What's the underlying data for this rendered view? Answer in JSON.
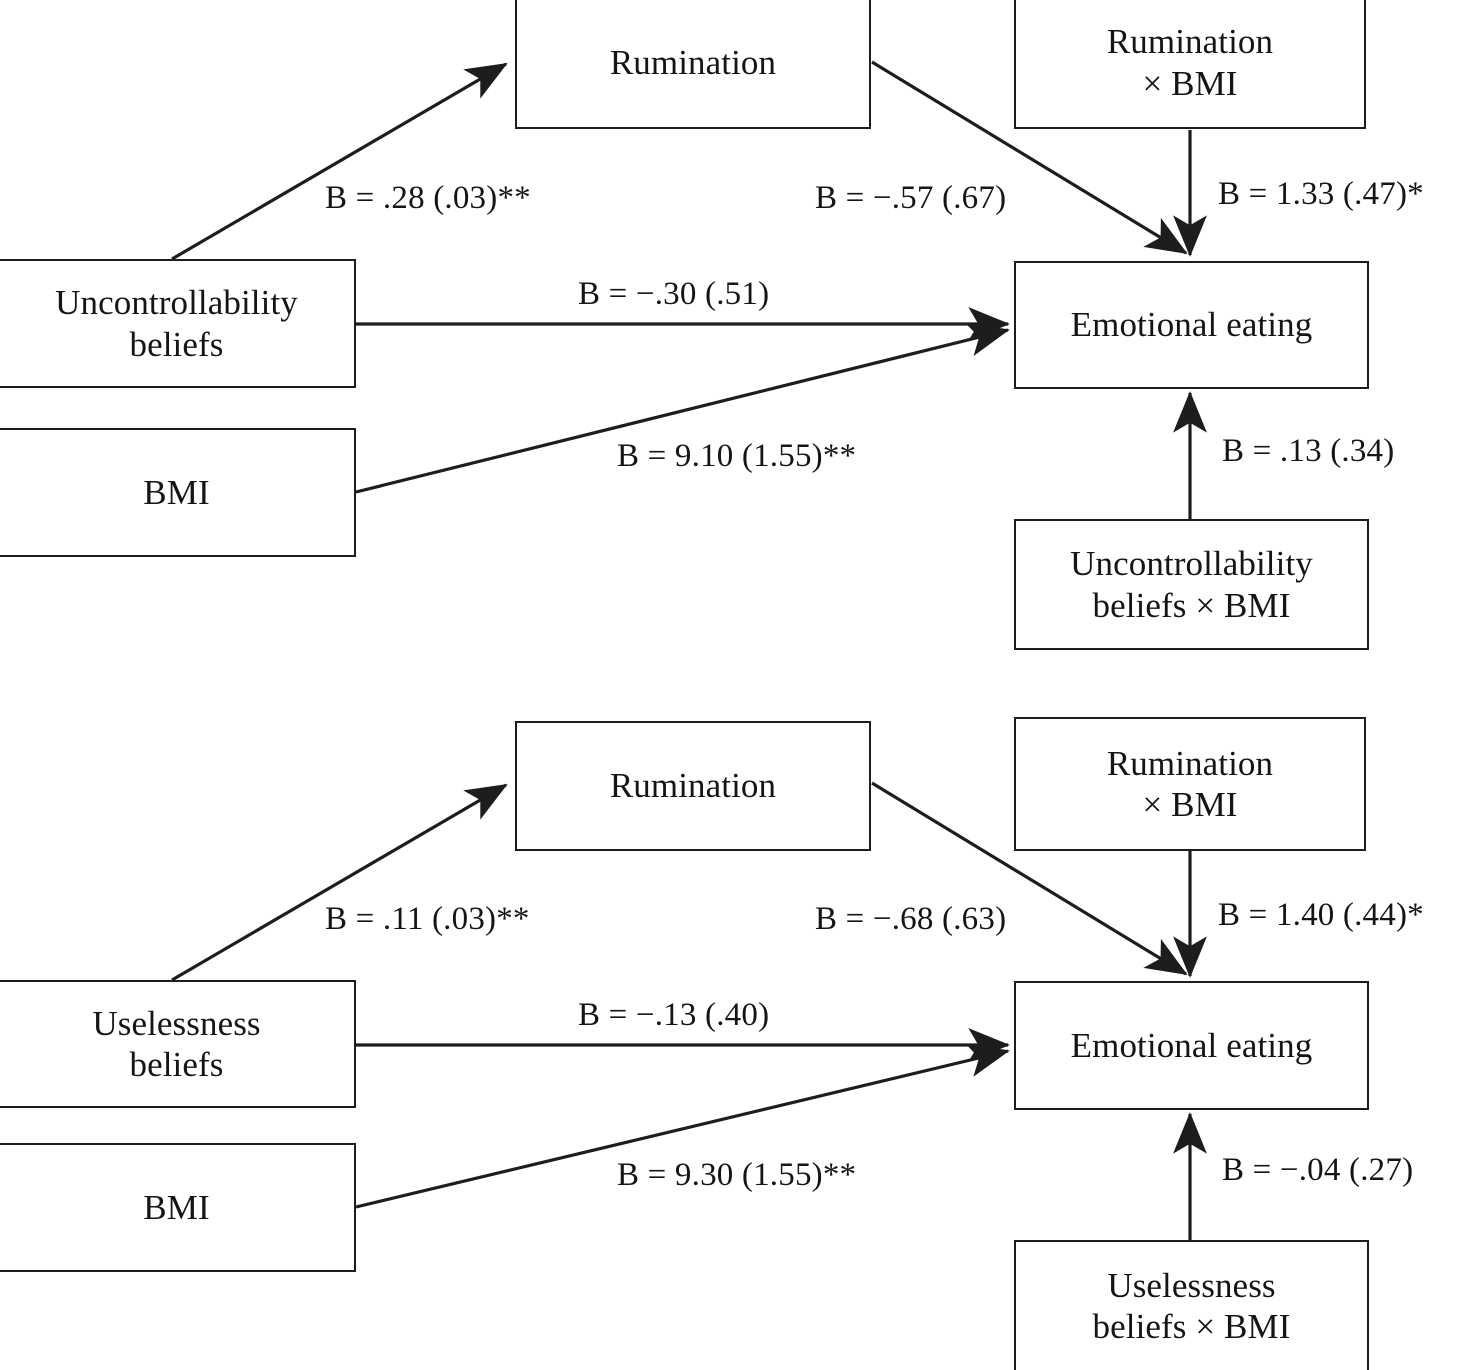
{
  "figure": {
    "type": "path-diagram",
    "description": "Two moderated mediation path models predicting emotional eating",
    "line_color": "#1d1d1d",
    "background_color": "#ffffff",
    "text_color": "#151515"
  },
  "panels": [
    {
      "id": "panel-top",
      "nodes": {
        "mediator": "Rumination",
        "moderator_mediator": "Rumination\n× BMI",
        "predictor": "Uncontrollability\nbeliefs",
        "covariate": "BMI",
        "outcome": "Emotional eating",
        "moderator_predictor": "Uncontrollability\nbeliefs × BMI"
      },
      "node_lines": {
        "mediator": [
          "Rumination"
        ],
        "moderator_mediator": [
          "Rumination",
          "× BMI"
        ],
        "predictor": [
          "Uncontrollability",
          "beliefs"
        ],
        "covariate": [
          "BMI"
        ],
        "outcome": [
          "Emotional eating"
        ],
        "moderator_predictor": [
          "Uncontrollability",
          "beliefs × BMI"
        ]
      },
      "paths": [
        {
          "id": "a-path",
          "from": "Uncontrollability beliefs",
          "to": "Rumination",
          "coefficient": "B = .28",
          "se": "(.03)",
          "stars": "**",
          "label": "B = .28 (.03)**"
        },
        {
          "id": "b-path",
          "from": "Rumination",
          "to": "Emotional eating",
          "coefficient": "B = −.57",
          "se": "(.67)",
          "stars": "",
          "label": "B = −.57 (.67)"
        },
        {
          "id": "mod-rumination-bmi",
          "from": "Rumination × BMI",
          "to": "Emotional eating",
          "coefficient": "B = 1.33",
          "se": "(.47)",
          "stars": "*",
          "label": "B = 1.33 (.47)*"
        },
        {
          "id": "c-prime-path",
          "from": "Uncontrollability beliefs",
          "to": "Emotional eating",
          "coefficient": "B = −.30",
          "se": "(.51)",
          "stars": "",
          "label": "B = −.30 (.51)"
        },
        {
          "id": "bmi-path",
          "from": "BMI",
          "to": "Emotional eating",
          "coefficient": "B = 9.10",
          "se": "(1.55)",
          "stars": "**",
          "label": "B = 9.10 (1.55)**"
        },
        {
          "id": "mod-beliefs-bmi",
          "from": "Uncontrollability beliefs × BMI",
          "to": "Emotional eating",
          "coefficient": "B = .13",
          "se": "(.34)",
          "stars": "",
          "label": "B = .13 (.34)"
        }
      ]
    },
    {
      "id": "panel-bottom",
      "nodes": {
        "mediator": "Rumination",
        "moderator_mediator": "Rumination\n× BMI",
        "predictor": "Uselessness\nbeliefs",
        "covariate": "BMI",
        "outcome": "Emotional eating",
        "moderator_predictor": "Uselessness\nbeliefs × BMI"
      },
      "node_lines": {
        "mediator": [
          "Rumination"
        ],
        "moderator_mediator": [
          "Rumination",
          "× BMI"
        ],
        "predictor": [
          "Uselessness",
          "beliefs"
        ],
        "covariate": [
          "BMI"
        ],
        "outcome": [
          "Emotional eating"
        ],
        "moderator_predictor": [
          "Uselessness",
          "beliefs × BMI"
        ]
      },
      "paths": [
        {
          "id": "a-path",
          "from": "Uselessness beliefs",
          "to": "Rumination",
          "coefficient": "B = .11",
          "se": "(.03)",
          "stars": "**",
          "label": "B = .11 (.03)**"
        },
        {
          "id": "b-path",
          "from": "Rumination",
          "to": "Emotional eating",
          "coefficient": "B = −.68",
          "se": "(.63)",
          "stars": "",
          "label": "B = −.68 (.63)"
        },
        {
          "id": "mod-rumination-bmi",
          "from": "Rumination × BMI",
          "to": "Emotional eating",
          "coefficient": "B = 1.40",
          "se": "(.44)",
          "stars": "*",
          "label": "B = 1.40 (.44)*"
        },
        {
          "id": "c-prime-path",
          "from": "Uselessness beliefs",
          "to": "Emotional eating",
          "coefficient": "B = −.13",
          "se": "(.40)",
          "stars": "",
          "label": "B = −.13 (.40)"
        },
        {
          "id": "bmi-path",
          "from": "BMI",
          "to": "Emotional eating",
          "coefficient": "B = 9.30",
          "se": "(1.55)",
          "stars": "**",
          "label": "B = 9.30 (1.55)**"
        },
        {
          "id": "mod-beliefs-bmi",
          "from": "Uselessness beliefs × BMI",
          "to": "Emotional eating",
          "coefficient": "B = −.04",
          "se": "(.27)",
          "stars": "",
          "label": "B = −.04 (.27)"
        }
      ]
    }
  ]
}
